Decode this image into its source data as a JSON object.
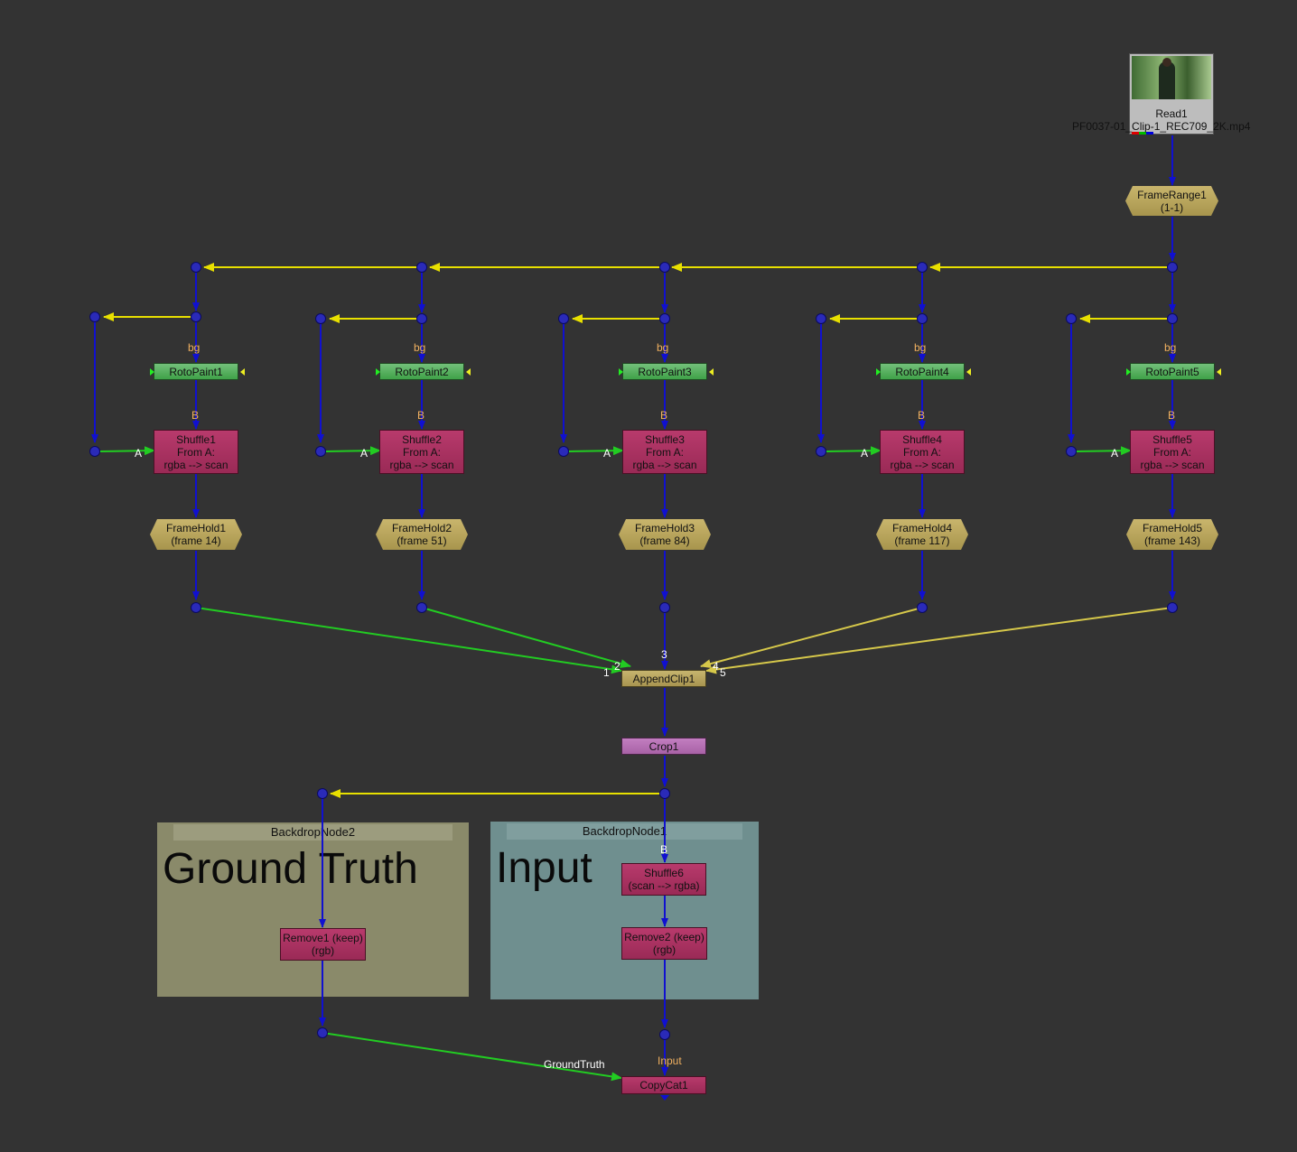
{
  "nodes": {
    "read": {
      "label": "Read1",
      "file": "PF0037-01_Clip-1_REC709_2K.mp4"
    },
    "framerange": {
      "label": "FrameRange1",
      "sub": "(1-1)"
    },
    "branches": [
      {
        "roto": "RotoPaint1",
        "shuffle": [
          "Shuffle1",
          "From A:",
          "rgba --> scan"
        ],
        "framehold": [
          "FrameHold1",
          "(frame 14)"
        ]
      },
      {
        "roto": "RotoPaint2",
        "shuffle": [
          "Shuffle2",
          "From A:",
          "rgba --> scan"
        ],
        "framehold": [
          "FrameHold2",
          "(frame 51)"
        ]
      },
      {
        "roto": "RotoPaint3",
        "shuffle": [
          "Shuffle3",
          "From A:",
          "rgba --> scan"
        ],
        "framehold": [
          "FrameHold3",
          "(frame 84)"
        ]
      },
      {
        "roto": "RotoPaint4",
        "shuffle": [
          "Shuffle4",
          "From A:",
          "rgba --> scan"
        ],
        "framehold": [
          "FrameHold4",
          "(frame 117)"
        ]
      },
      {
        "roto": "RotoPaint5",
        "shuffle": [
          "Shuffle5",
          "From A:",
          "rgba --> scan"
        ],
        "framehold": [
          "FrameHold5",
          "(frame 143)"
        ]
      }
    ],
    "append": {
      "label": "AppendClip1"
    },
    "crop": {
      "label": "Crop1"
    },
    "shuffle6": {
      "label": "Shuffle6",
      "sub": "(scan --> rgba)"
    },
    "remove1": {
      "label": "Remove1 (keep)",
      "sub": "(rgb)"
    },
    "remove2": {
      "label": "Remove2 (keep)",
      "sub": "(rgb)"
    },
    "copycat": {
      "label": "CopyCat1"
    }
  },
  "backdrops": {
    "bd2": {
      "title": "BackdropNode2",
      "text": "Ground Truth",
      "color": "#8a8a6a"
    },
    "bd1": {
      "title": "BackdropNode1",
      "text": "Input",
      "color": "#6f8f8f"
    }
  },
  "input_labels": {
    "bg": "bg",
    "B": "B",
    "A": "A",
    "append_inputs": [
      "1",
      "2",
      "3",
      "4",
      "5"
    ],
    "copycat_groundtruth": "GroundTruth",
    "copycat_input": "Input"
  },
  "colors": {
    "background": "#333333",
    "pipe_main": "#1010d0",
    "pipe_branch": "#e8e000",
    "pipe_input": "#22cc22",
    "dot": "#2a2ab8"
  }
}
